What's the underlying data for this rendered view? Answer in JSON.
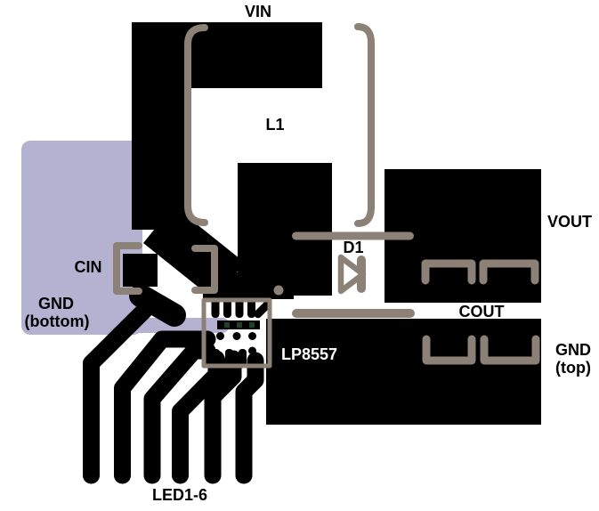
{
  "labels": {
    "vin": "VIN",
    "l1": "L1",
    "vout": "VOUT",
    "cin": "CIN",
    "gnd_bottom_1": "GND",
    "gnd_bottom_2": "(bottom)",
    "d1": "D1",
    "cout": "COUT",
    "ic": "LP8557",
    "gnd_top_1": "GND",
    "gnd_top_2": "(top)",
    "led": "LED1-6"
  },
  "colors": {
    "copper_top": "#000000",
    "bottom_layer": "#b4b2d0",
    "silkscreen": "#8b8177",
    "via_pad_green": "#223f2c",
    "label_dark": "#000000",
    "label_light": "#ffffff",
    "background": "#ffffff"
  }
}
